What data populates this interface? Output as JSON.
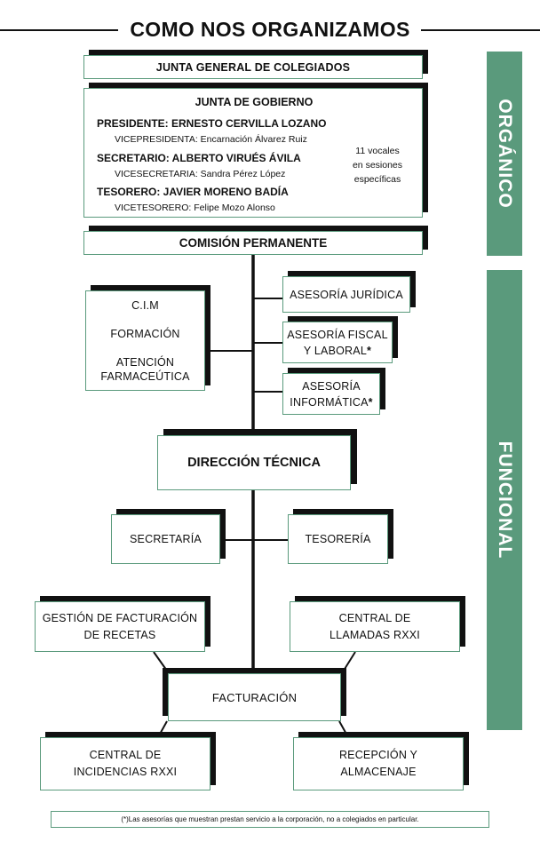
{
  "title": "COMO NOS ORGANIZAMOS",
  "sidebars": {
    "organico": "ORGÁNICO",
    "funcional": "FUNCIONAL"
  },
  "junta_general": "JUNTA GENERAL DE COLEGIADOS",
  "junta_gobierno": {
    "title": "JUNTA DE GOBIERNO",
    "presidente": "PRESIDENTE: ERNESTO CERVILLA LOZANO",
    "vicepresidente": "VICEPRESIDENTA: Encarnación Álvarez Ruiz",
    "secretario": "SECRETARIO: ALBERTO VIRUÉS ÁVILA",
    "vicesecretario": "VICESECRETARIA: Sandra Pérez López",
    "tesorero": "TESORERO: JAVIER MORENO BADÍA",
    "vicetesorero": "VICETESORERO: Felipe Mozo Alonso",
    "vocales": [
      "11 vocales",
      "en sesiones",
      "específicas"
    ]
  },
  "comision": "COMISIÓN PERMANENTE",
  "left_group": [
    "C.I.M",
    "FORMACIÓN",
    "ATENCIÓN",
    "FARMACEÚTICA"
  ],
  "asesorias": {
    "juridica": "ASESORÍA JURÍDICA",
    "fiscal": [
      "ASESORÍA FISCAL",
      "Y LABORAL"
    ],
    "informatica": [
      "ASESORÍA",
      "INFORMÁTICA"
    ],
    "asterisk": "*"
  },
  "direccion": "DIRECCIÓN TÉCNICA",
  "secretaria": "SECRETARÍA",
  "tesoreria": "TESORERÍA",
  "gestion": [
    "GESTIÓN DE FACTURACIÓN",
    "DE RECETAS"
  ],
  "central_llamadas": [
    "CENTRAL DE",
    "LLAMADAS RXXI"
  ],
  "facturacion": "FACTURACIÓN",
  "central_incidencias": [
    "CENTRAL DE",
    "INCIDENCIAS RXXI"
  ],
  "recepcion": [
    "RECEPCIÓN Y",
    "ALMACENAJE"
  ],
  "footnote": "(*)Las asesorías que muestran prestan servicio a la corporación, no a colegiados en particular."
}
